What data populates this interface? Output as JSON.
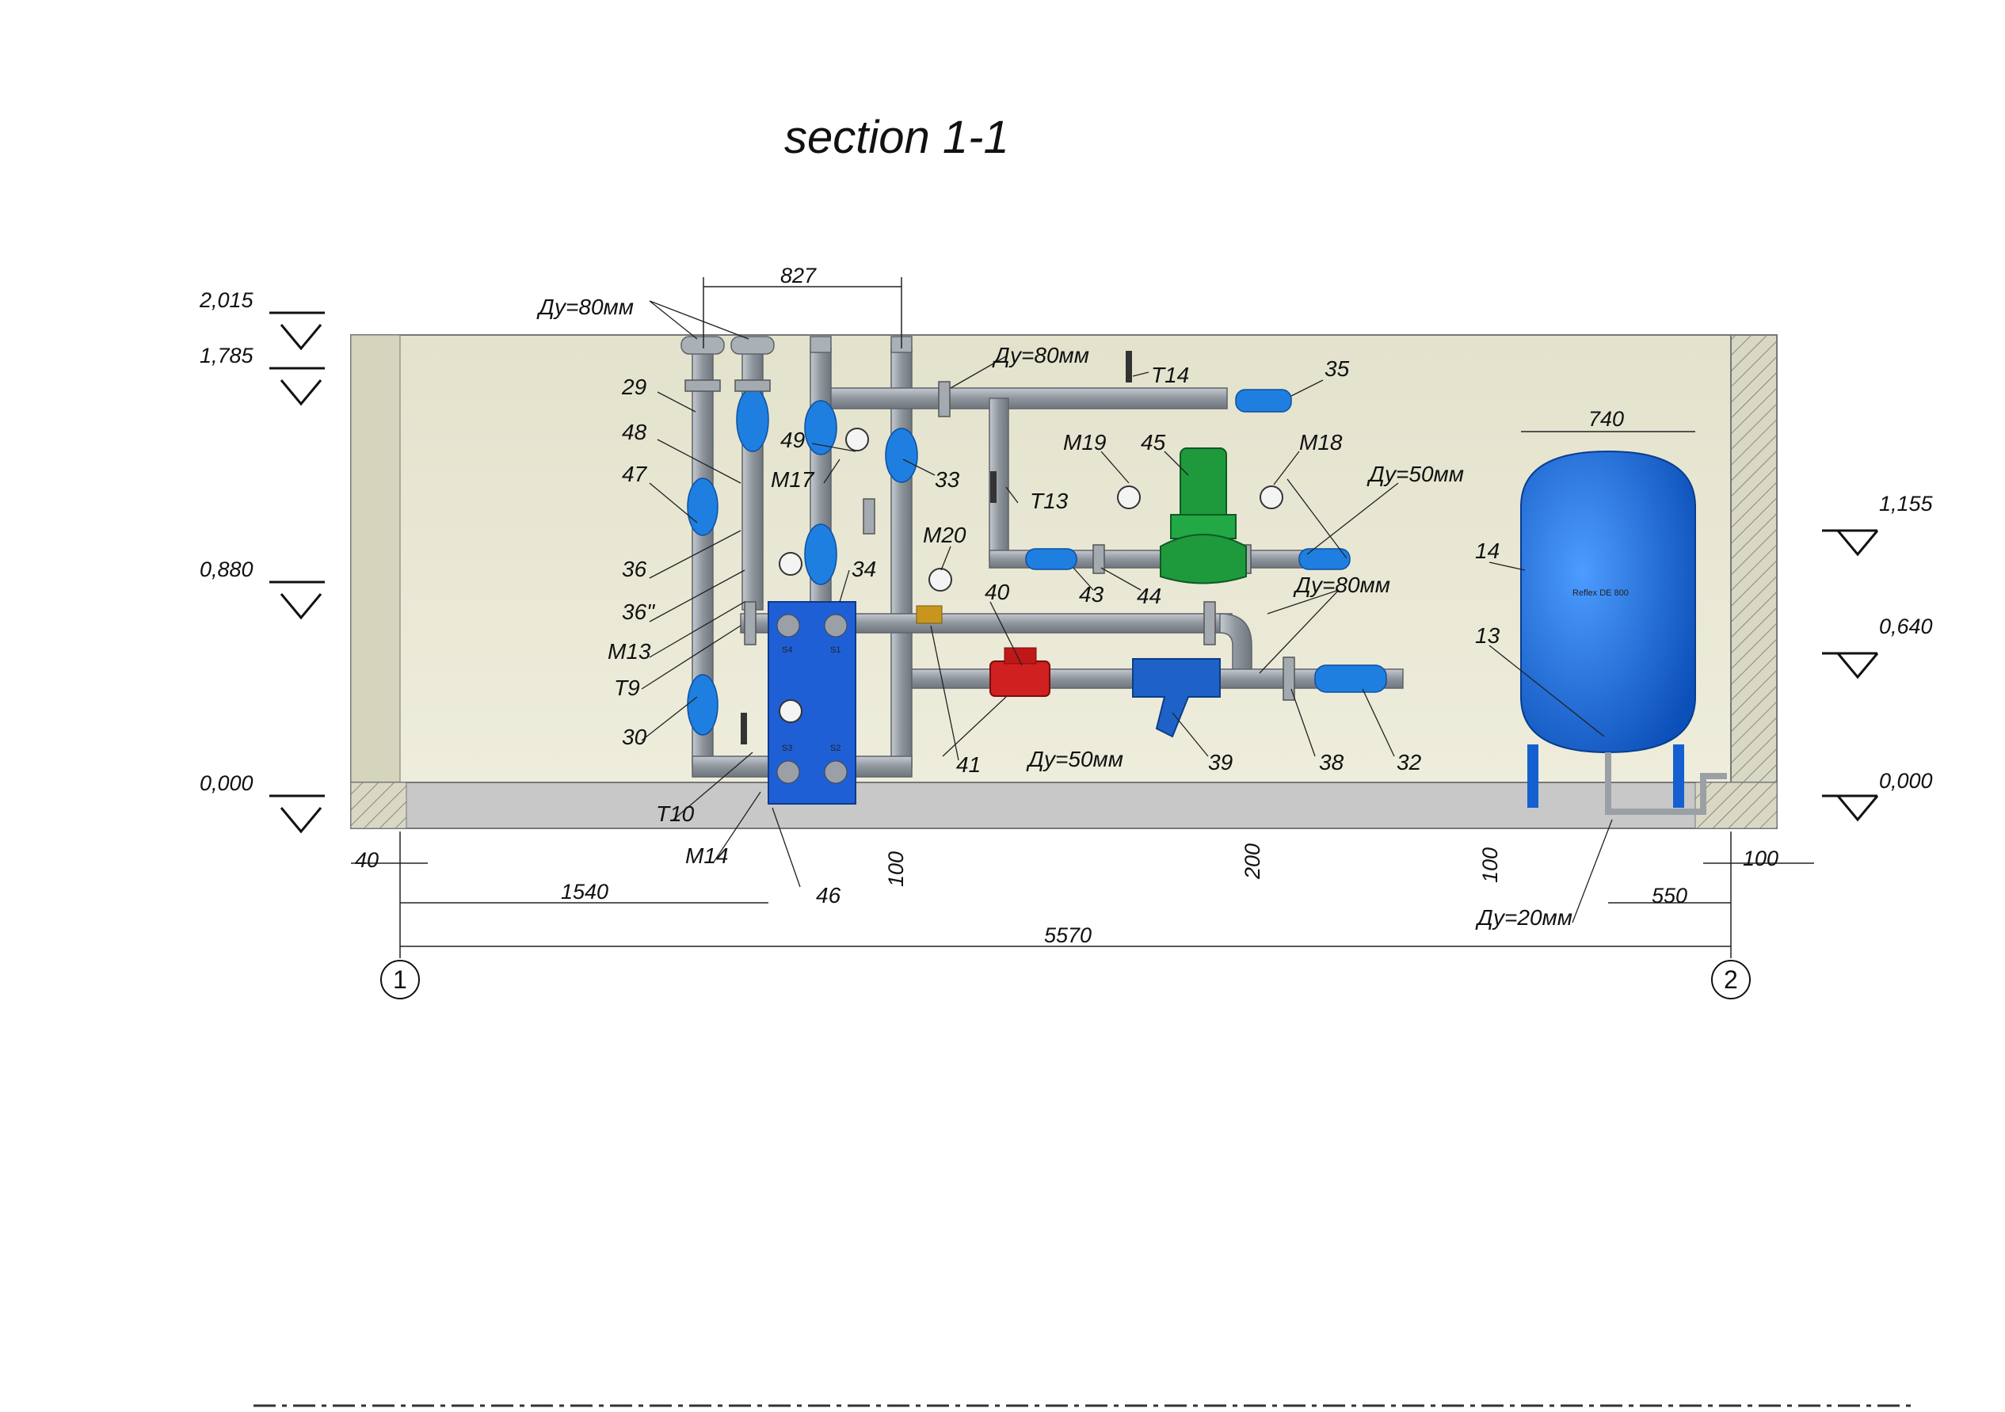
{
  "title": "section 1-1",
  "colors": {
    "wall": "#e7e6d0",
    "floor": "#c9c9c9",
    "pipe": "#9aa0a6",
    "fitting": "#1e7fe0",
    "tank": "#1464d8",
    "pump": "#1e9a3c",
    "valve_red": "#d02020",
    "brass": "#c8961e"
  },
  "elevations": {
    "left": [
      "2,015",
      "1,785",
      "0,880",
      "0,000"
    ],
    "right": [
      "1,155",
      "0,640",
      "0,000"
    ]
  },
  "dimensions": {
    "top": "827",
    "tank_width": "740",
    "left_wall": "40",
    "to_exchanger": "1540",
    "overall": "5570",
    "plinth_1": "100",
    "plinth_2": "200",
    "plinth_3": "100",
    "right_offset": "550",
    "right_wall": "100"
  },
  "callouts": {
    "n29": "29",
    "n48": "48",
    "n47": "47",
    "n36": "36",
    "n36b": "36\"",
    "m13": "M13",
    "t9": "T9",
    "n30": "30",
    "t10": "T10",
    "m14": "M14",
    "n46": "46",
    "n49": "49",
    "m17": "M17",
    "n34": "34",
    "n33": "33",
    "m20": "M20",
    "n40": "40",
    "n41": "41",
    "t13": "T13",
    "t14": "T14",
    "n35": "35",
    "m19": "M19",
    "n45": "45",
    "m18": "M18",
    "n43": "43",
    "n44": "44",
    "n39": "39",
    "n38": "38",
    "n32": "32",
    "n14": "14",
    "n13": "13"
  },
  "diameters": {
    "du80_a": "Ду=80мм",
    "du80_b": "Ду=80мм",
    "du50_a": "Ду=50мм",
    "du80_c": "Ду=80мм",
    "du50_b": "Ду=50мм",
    "du20": "Ду=20мм"
  },
  "axes": {
    "a1": "1",
    "a2": "2"
  },
  "tank_label": "Reflex DE 800",
  "exchanger_ports": {
    "s1": "S1",
    "s2": "S2",
    "s3": "S3",
    "s4": "S4"
  }
}
